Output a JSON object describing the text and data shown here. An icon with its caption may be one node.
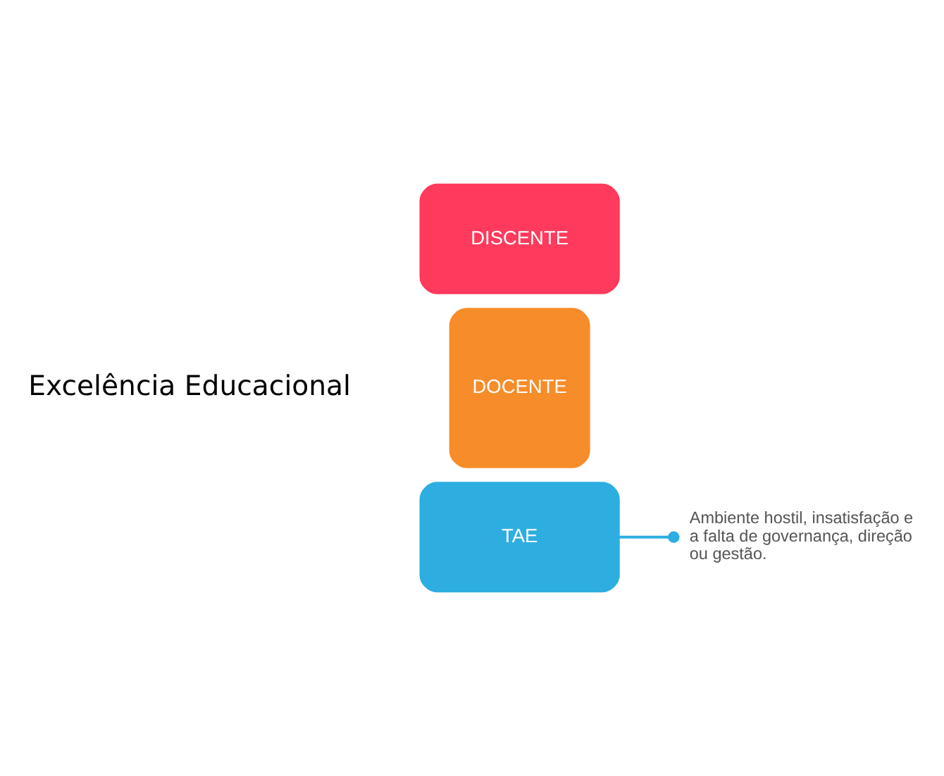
{
  "diagram": {
    "nodes": [
      {
        "text": [
          "DISCENTE"
        ]
      },
      {
        "text": [
          "DOCENTE"
        ]
      },
      {
        "text": [
          "TAE"
        ]
      },
      {
        "text": [
          "Ambiente hostil, insatisfação e a falta de governança, direção ou gestão."
        ]
      }
    ],
    "edges": [
      {
        "from": 2,
        "to": 3,
        "arrow": "other"
      }
    ],
    "labels": [
      "Excelência Educacional"
    ]
  }
}
